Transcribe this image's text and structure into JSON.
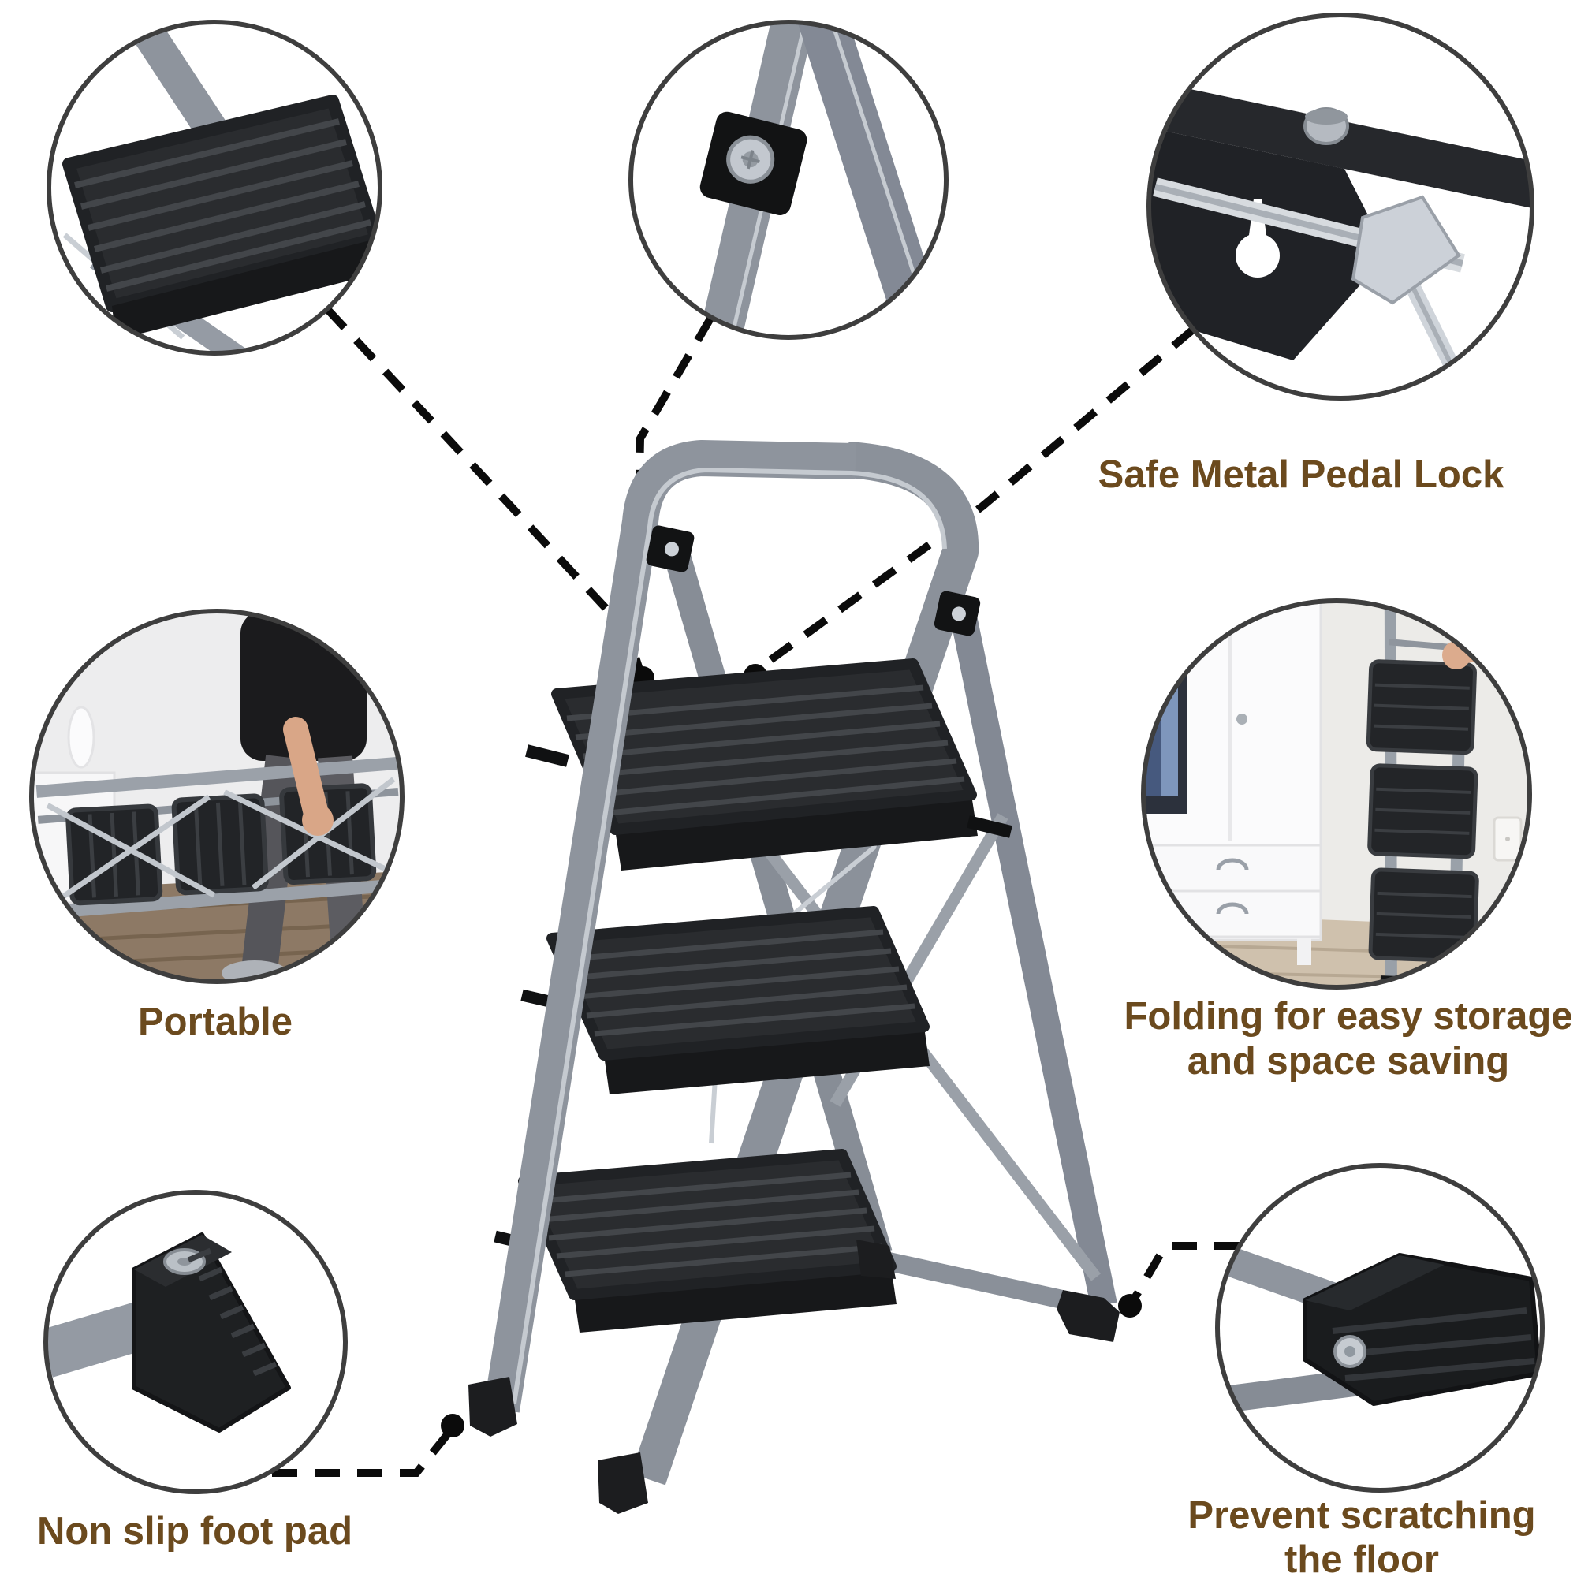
{
  "colors": {
    "caption": "#6b4a1e",
    "ring": "#3e3e3e",
    "dash": "#0b0b0b",
    "frame": "#8e949d",
    "tread": "#2a2c2f"
  },
  "captions": {
    "pedal_lock": "Safe Metal Pedal Lock",
    "portable": "Portable",
    "folding_line1": "Folding for easy storage",
    "folding_line2": "and space saving",
    "foot_pad": "Non slip foot pad",
    "prevent_line1": "Prevent scratching",
    "prevent_line2": "the floor"
  },
  "details": {
    "top_left": "anti-slip ribbed step tread close-up",
    "top_center": "folding hinge joint close-up",
    "top_right": "metal pedal lock mechanism close-up",
    "middle_left": "person carrying folded ladder",
    "middle_right": "folded ladder stored beside wardrobe",
    "bottom_left": "non-slip wedge foot pad close-up",
    "bottom_right": "floor-protecting foot cap close-up"
  }
}
